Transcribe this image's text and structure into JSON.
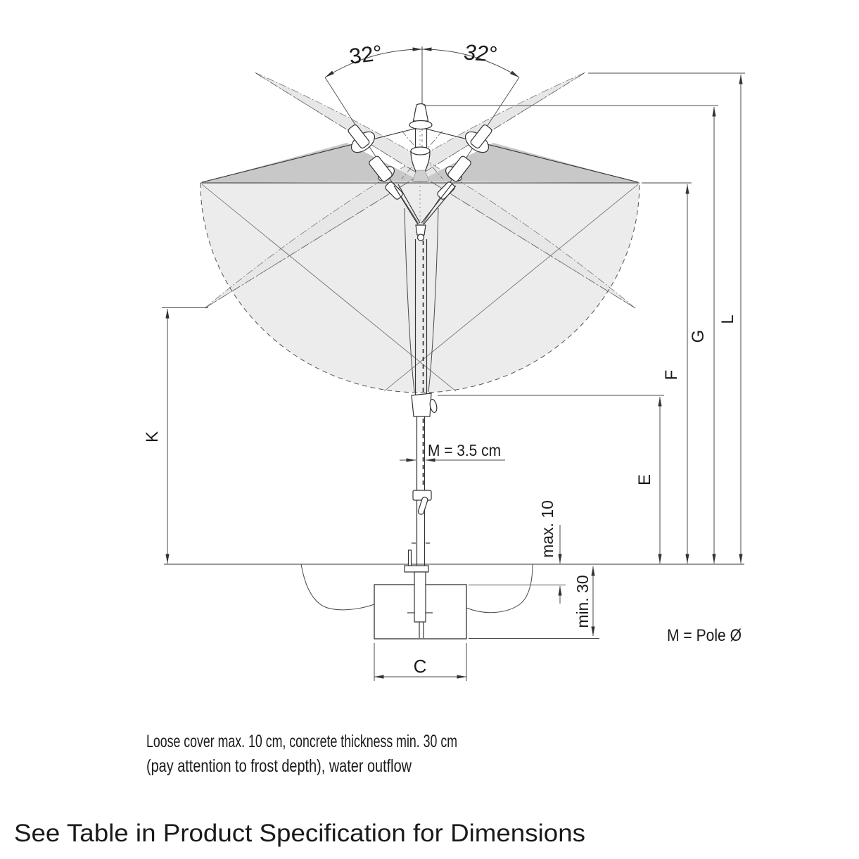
{
  "figure": {
    "title_hint": "parasol installation dimension drawing",
    "angles": {
      "left": "32°",
      "right": "32°"
    },
    "dims": {
      "K": "K",
      "E": "E",
      "F": "F",
      "G": "G",
      "L": "L",
      "C": "C"
    },
    "pole_dim_label": "M = 3.5 cm",
    "cover_label": "max. 10",
    "concrete_label": "min. 30",
    "pole_legend": "M = Pole Ø",
    "notes": {
      "line1": "Loose cover max. 10 cm, concrete thickness min. 30 cm",
      "line2": "(pay attention to frost depth), water outflow"
    },
    "footer": "See Table in Product Specification for Dimensions",
    "colors": {
      "line": "#333333",
      "dim_line": "#4a4a4a",
      "canopy_light": "#ececec",
      "canopy_sliver": "#e7e7e7",
      "canopy_dark": "#c8c8c8",
      "cone_dark": "#cfcfcf",
      "text": "#1a1a1a"
    }
  }
}
